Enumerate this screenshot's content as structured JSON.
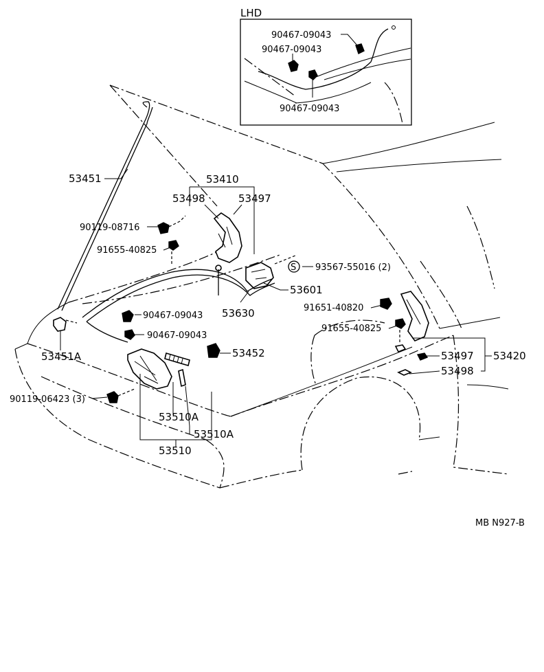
{
  "inset": {
    "title": "LHD",
    "labels": [
      "90467-09043",
      "90467-09043",
      "90467-09043"
    ]
  },
  "labels": {
    "p53451": "53451",
    "p53410": "53410",
    "p53498a": "53498",
    "p53497a": "53497",
    "p90119_08716": "90119-08716",
    "p91655_40825a": "91655-40825",
    "p93567": "93567-55016 (2)",
    "p53601": "53601",
    "p53630": "53630",
    "p91651": "91651-40820",
    "p91655_40825b": "91655-40825",
    "p90467a": "90467-09043",
    "p90467b": "90467-09043",
    "p53451A": "53451A",
    "p53452": "53452",
    "p53497b": "53497",
    "p53420": "53420",
    "p53498b": "53498",
    "p90119_06423": "90119-06423 (3)",
    "p53510Aa": "53510A",
    "p53510Ab": "53510A",
    "p53510": "53510",
    "s_symbol": "S"
  },
  "code": "MB N927-B"
}
